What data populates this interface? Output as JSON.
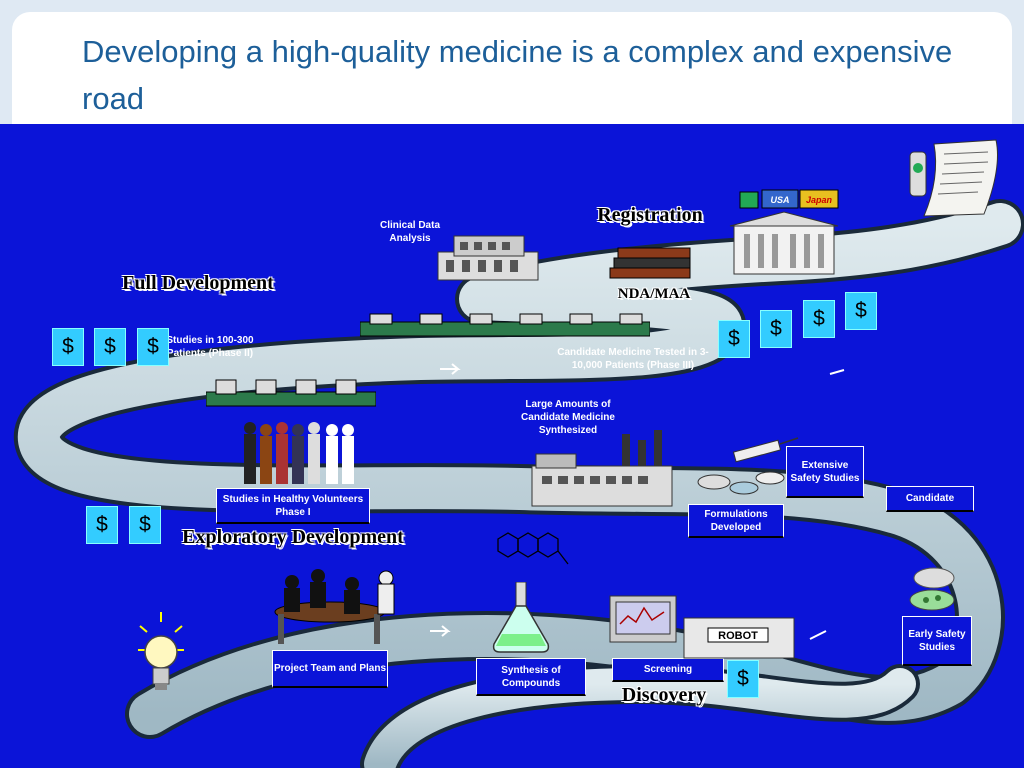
{
  "title": "Developing a high-quality medicine is a complex and expensive road",
  "stages": {
    "registration": "Registration",
    "full_development": "Full Development",
    "exploratory_development": "Exploratory Development",
    "discovery": "Discovery"
  },
  "labels": {
    "clinical_data_analysis": "Clinical Data Analysis",
    "nda_maa": "NDA/MAA",
    "phase2": "Studies in 100-300 Patients (Phase II)",
    "phase3": "Candidate Medicine Tested in 3-10,000 Patients (Phase III)",
    "large_amounts": "Large Amounts of Candidate Medicine Synthesized",
    "healthy_volunteers": "Studies in Healthy Volunteers Phase I",
    "extensive_safety": "Extensive Safety Studies",
    "candidate": "Candidate",
    "formulations": "Formulations Developed",
    "project_team": "Project Team and Plans",
    "synthesis": "Synthesis of Compounds",
    "screening": "Screening",
    "early_safety": "Early Safety Studies",
    "robot": "ROBOT",
    "flag_usa": "USA",
    "flag_japan": "Japan"
  },
  "cost_symbol": "$",
  "colors": {
    "background": "#0b14d8",
    "road": "#b9cdd6",
    "cost_marker": "#33ccff",
    "title": "#1d5f99"
  },
  "icons": [
    "lightbulb-icon",
    "meeting-people-icon",
    "flask-icon",
    "molecule-icon",
    "robot-screening-icon",
    "mouse-icon",
    "petri-dish-icon",
    "factory-icon",
    "pills-icon",
    "syringe-icon",
    "volunteers-icon",
    "hospital-ward-icon",
    "office-building-icon",
    "government-building-icon",
    "flags-icon",
    "certificate-icon"
  ]
}
